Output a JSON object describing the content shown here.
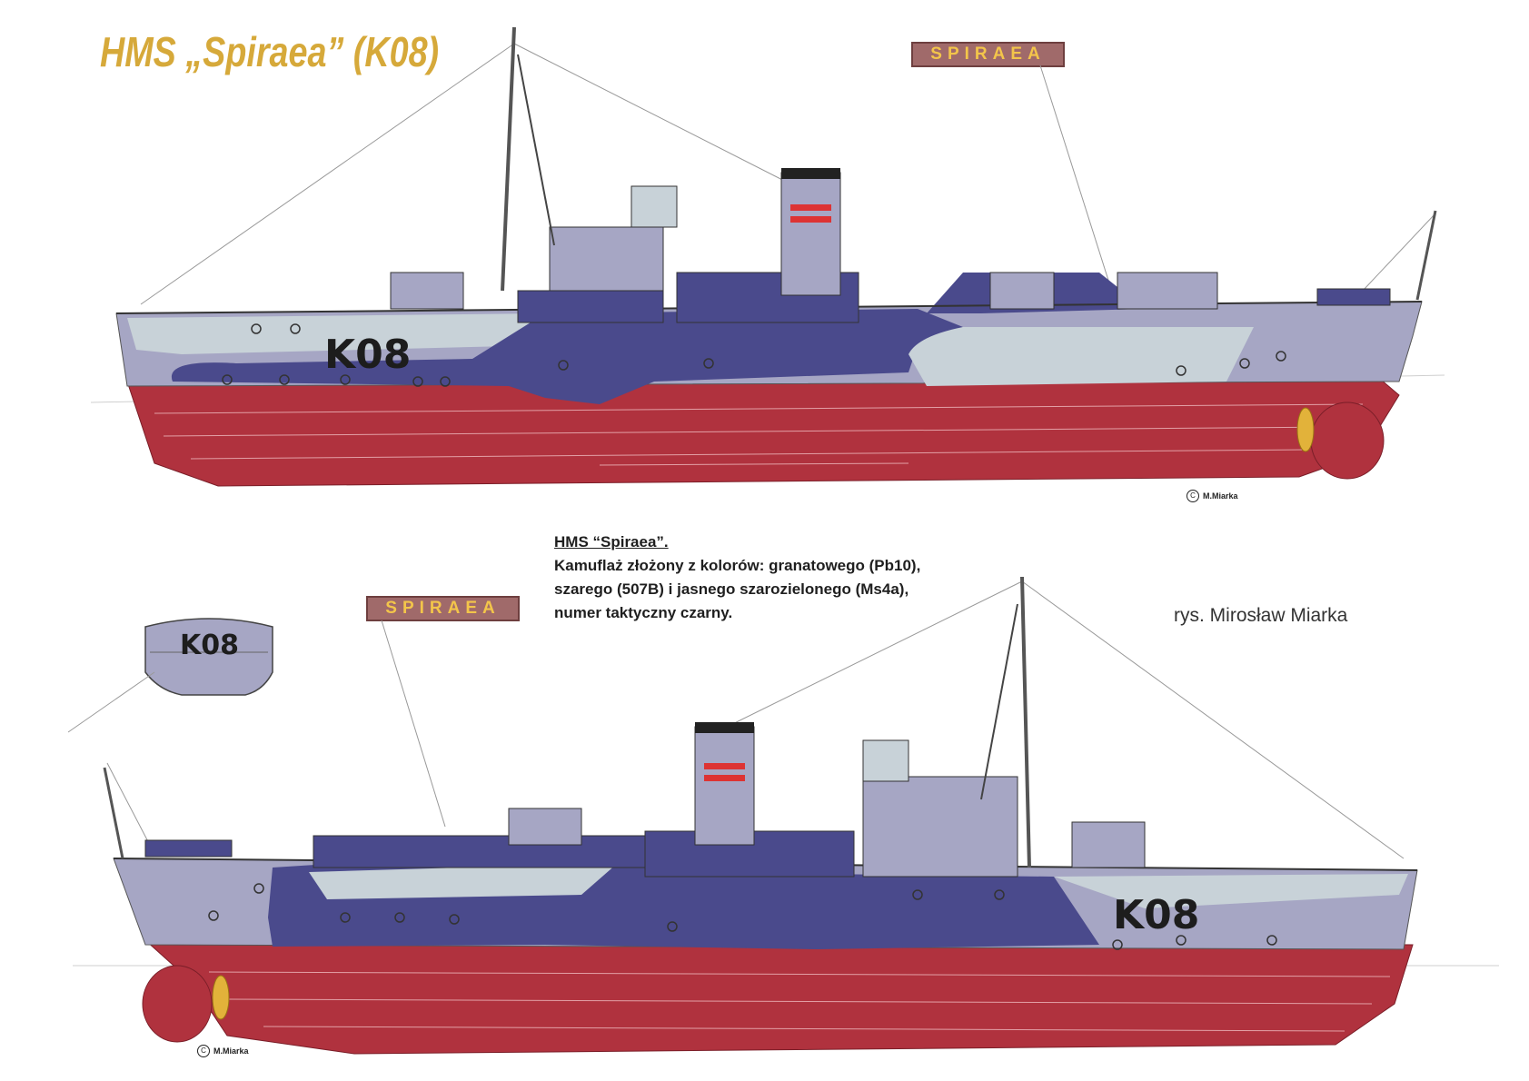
{
  "title": "HMS „Spiraea” (K08)",
  "nameplate_top": "SPIRAEA",
  "nameplate_bottom": "SPIRAEA",
  "hull_number_top": "K08",
  "hull_number_bottom": "K08",
  "bow_view_number": "K08",
  "caption": {
    "title": "HMS “Spiraea”.",
    "line1": "Kamuflaż złożony z kolorów: granatowego (Pb10),",
    "line2": "szarego (507B) i jasnego szarozielonego (Ms4a),",
    "line3": "numer taktyczny czarny."
  },
  "author": "rys. Mirosław Miarka",
  "copyright_symbol": "C",
  "copyright_top": "M.Miarka",
  "copyright_bottom": "M.Miarka",
  "colors": {
    "title": "#d6a93a",
    "navy": "#4a4a8c",
    "grey": "#a6a6c4",
    "light": "#c8d2d8",
    "hull_red": "#b0323e",
    "propeller": "#e2b23a",
    "nameplate_bg": "#a06a6a",
    "nameplate_text": "#f3c54a"
  }
}
